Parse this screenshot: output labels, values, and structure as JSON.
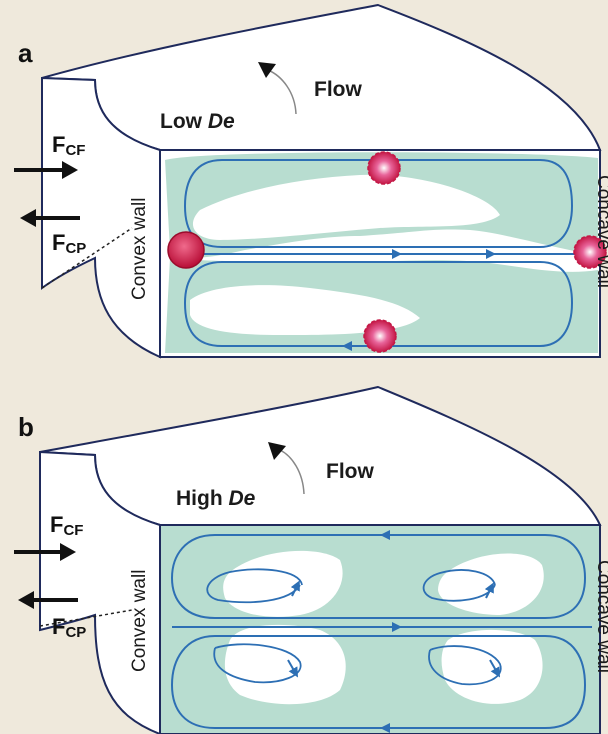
{
  "colors": {
    "background": "#efe9dc",
    "outline": "#1f2a5c",
    "flow_fill": "#b8ddd0",
    "streamline": "#2d6fb4",
    "particle": "#cc1f4a"
  },
  "panel_a": {
    "letter": "a",
    "flow_label": "Flow",
    "regime_prefix": "Low ",
    "regime_italic": "De",
    "force_cf_main": "F",
    "force_cf_sub": "CF",
    "force_cp_main": "F",
    "force_cp_sub": "CP",
    "convex_wall": "Convex wall",
    "concave_wall": "Concave wall"
  },
  "panel_b": {
    "letter": "b",
    "flow_label": "Flow",
    "regime_prefix": "High ",
    "regime_italic": "De",
    "force_cf_main": "F",
    "force_cf_sub": "CF",
    "force_cp_main": "F",
    "force_cp_sub": "CP",
    "convex_wall": "Convex wall",
    "concave_wall": "Concave wall"
  }
}
